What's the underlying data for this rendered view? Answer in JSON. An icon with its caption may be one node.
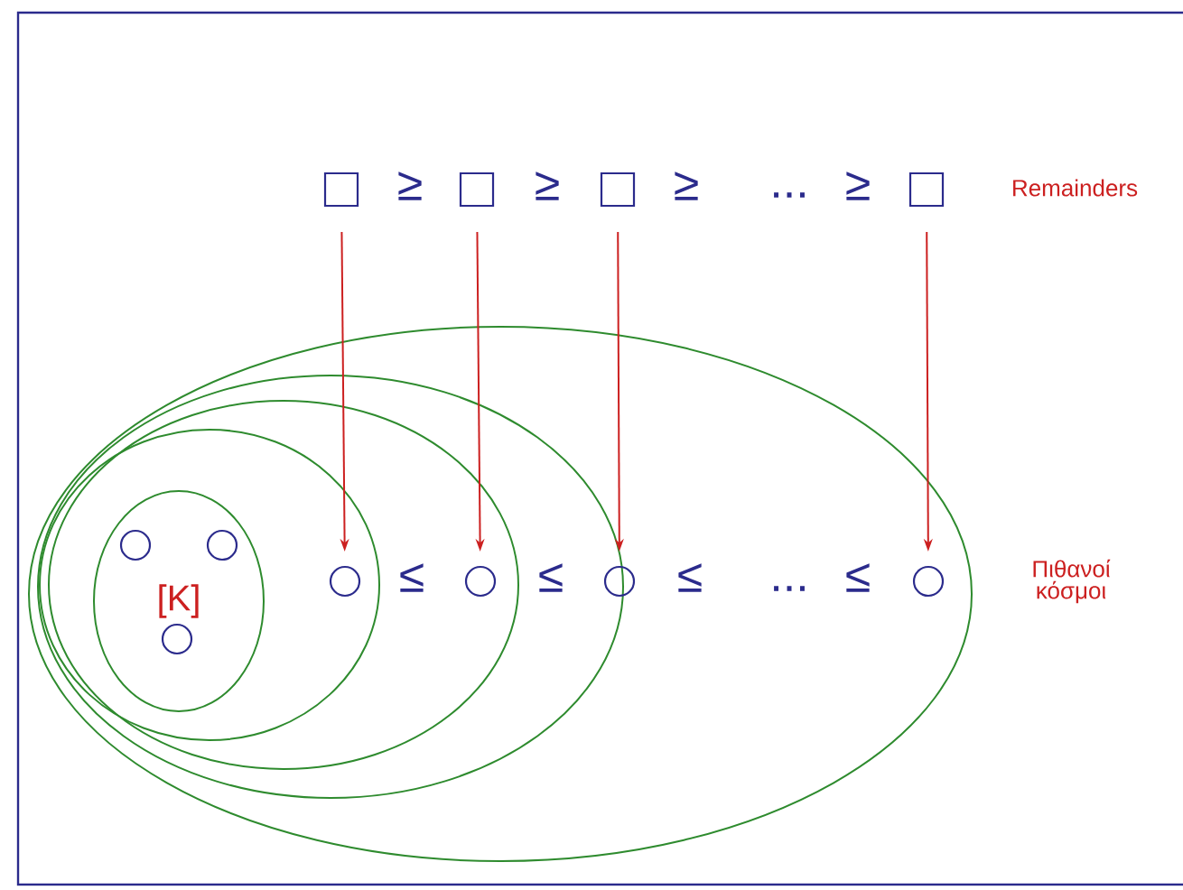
{
  "diagram": {
    "nodes": [
      {
        "text": [],
        "shape": "box"
      },
      {
        "text": [],
        "shape": "box"
      },
      {
        "text": [],
        "shape": "box"
      },
      {
        "text": [],
        "shape": "box"
      },
      {
        "text": [],
        "shape": "ellipse"
      },
      {
        "text": [],
        "shape": "ellipse",
        "in": 4
      },
      {
        "text": [],
        "shape": "ellipse",
        "in": 5
      },
      {
        "text": [],
        "shape": "ellipse",
        "in": 6
      },
      {
        "text": [
          "[K]"
        ],
        "in": 7
      },
      {
        "text": [],
        "shape": "circle",
        "in": 8
      },
      {
        "text": [],
        "shape": "circle",
        "in": 8
      },
      {
        "text": [],
        "shape": "circle",
        "in": 8
      },
      {
        "text": [],
        "shape": "circle",
        "in": 7
      },
      {
        "text": [],
        "shape": "circle",
        "in": 6
      },
      {
        "text": [],
        "shape": "circle",
        "in": 5
      },
      {
        "text": [],
        "shape": "circle",
        "in": 4
      }
    ],
    "edges": [
      {
        "from": 0,
        "to": 12,
        "arrow": "to"
      },
      {
        "from": 1,
        "to": 13,
        "arrow": "to"
      },
      {
        "from": 2,
        "to": 14,
        "arrow": "to"
      },
      {
        "from": 3,
        "to": 15,
        "arrow": "to"
      }
    ],
    "labels": [
      "≥",
      "≥",
      "≥",
      "...",
      "≥",
      "Remainders",
      "≤",
      "≤",
      "≤",
      "...",
      "≤",
      "Πιθανοί κόσμοι"
    ]
  }
}
